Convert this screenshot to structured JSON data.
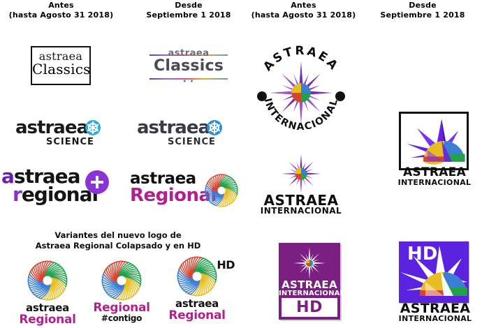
{
  "columns": [
    {
      "id": "antes-1",
      "line1": "Antes",
      "line2": "(hasta Agosto 31 2018)"
    },
    {
      "id": "desde-1",
      "line1": "Desde",
      "line2": "Septiembre 1 2018"
    },
    {
      "id": "antes-2",
      "line1": "Antes",
      "line2": "(hasta Agosto 31 2018)"
    },
    {
      "id": "desde-2",
      "line1": "Desde",
      "line2": "Septiembre 1 2018"
    }
  ],
  "classics_old": {
    "word1": "astraea",
    "word2": "Classics",
    "ornament": "❦·❦"
  },
  "classics_new": {
    "word1": "astraea",
    "word2": "Classics",
    "ornament": "❦·❦"
  },
  "science_old": {
    "word": "astraea",
    "sub": "SCIENCE",
    "accent": "#2fa8e0"
  },
  "science_new": {
    "word": "astraea",
    "sub": "SCIENCE",
    "accent": "#2b8fd6"
  },
  "regional_old": {
    "line1_a": "a",
    "line1_rest": "straea",
    "line2_r": "r",
    "line2_rest": "egional",
    "badge": "+",
    "accent": "#8a34d6"
  },
  "regional_new": {
    "line1": "astraea",
    "line2": "Regional",
    "accent": "#b21f8f"
  },
  "variants_caption": {
    "line1": "Variantes del nuevo logo de",
    "line2": "Astraea Regional Colapsado y en HD"
  },
  "variants": [
    {
      "id": "variant-collapsed",
      "word1": "astraea",
      "word2": "Regional",
      "tag": "",
      "hd": ""
    },
    {
      "id": "variant-contigo",
      "word1": "",
      "word2": "Regional",
      "tag": "#contigo",
      "hd": ""
    },
    {
      "id": "variant-hd",
      "word1": "astraea",
      "word2": "Regional",
      "tag": "",
      "hd": "HD"
    }
  ],
  "swirl_colors": {
    "red": "#d8452f",
    "green": "#21a14a",
    "blue": "#3b7fd4",
    "yellow": "#e8bd24"
  },
  "intl_old_round": {
    "top_text": "ASTRAEA",
    "bottom_text": "INTERNACIONAL",
    "accent": "#7b2fb0"
  },
  "intl_old_stack": {
    "line1": "ASTRAEA",
    "line2": "INTERNACIONAL",
    "accent": "#7b2fb0"
  },
  "intl_new": {
    "line1": "ASTRAEA",
    "line2": "INTERNACIONAL",
    "accent": "#5b22e0"
  },
  "intl_hd_old": {
    "line1": "ASTRAEA",
    "line2": "INTERNACIONAL",
    "hd": "HD",
    "bg": "#7c1f82"
  },
  "intl_hd_new": {
    "line1": "ASTRAEA",
    "line2": "INTERNACIONAL",
    "hd": "HD",
    "bg": "#5b22e0"
  }
}
